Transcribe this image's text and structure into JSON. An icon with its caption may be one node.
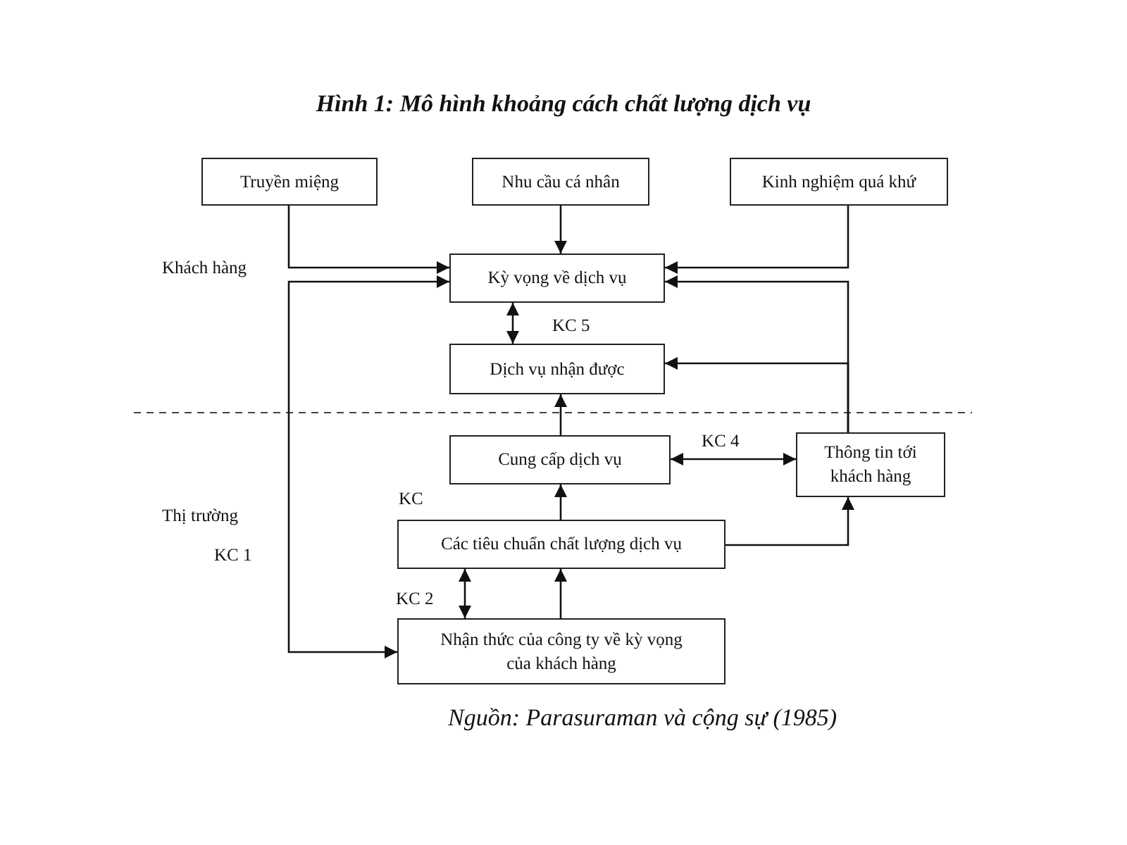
{
  "diagram": {
    "title": "Hình 1: Mô hình khoảng cách chất lượng dịch vụ",
    "caption": "Nguồn: Parasuraman và cộng sự (1985)",
    "nodes": [
      {
        "text": [
          "Truyền miệng"
        ]
      },
      {
        "text": [
          "Nhu cầu cá nhân"
        ]
      },
      {
        "text": [
          "Kinh nghiệm quá khứ"
        ]
      },
      {
        "text": [
          "Kỳ vọng về dịch vụ"
        ]
      },
      {
        "text": [
          "Dịch vụ nhận được"
        ]
      },
      {
        "text": [
          "Cung cấp dịch vụ"
        ]
      },
      {
        "text": [
          "Thông tin tới khách hàng"
        ]
      },
      {
        "text": [
          "Các tiêu chuẩn chất lượng dịch vụ"
        ]
      },
      {
        "text": [
          "Nhận thức của công ty về kỳ vọng của khách hàng"
        ]
      }
    ],
    "edges": [
      {
        "from": 0,
        "to": 3,
        "arrow": "to"
      },
      {
        "from": 1,
        "to": 3,
        "arrow": "to"
      },
      {
        "from": 2,
        "to": 3,
        "arrow": "to"
      },
      {
        "from": 3,
        "to": 8,
        "arrow": "both",
        "label": "KC 1"
      },
      {
        "from": 3,
        "to": 4,
        "arrow": "both",
        "label": "KC 5"
      },
      {
        "from": 6,
        "to": 3,
        "arrow": "to"
      },
      {
        "from": 6,
        "to": 4,
        "arrow": "to"
      },
      {
        "from": 5,
        "to": 4,
        "arrow": "to"
      },
      {
        "from": 5,
        "to": 6,
        "arrow": "both",
        "label": "KC 4"
      },
      {
        "from": 7,
        "to": 5,
        "arrow": "to"
      },
      {
        "from": 7,
        "to": 6,
        "arrow": "to"
      },
      {
        "from": 8,
        "to": 7,
        "arrow": "to"
      },
      {
        "from": 8,
        "to": 7,
        "arrow": "both",
        "label": "KC 2"
      }
    ],
    "labels": [
      "Khách hàng",
      "Thị trường",
      "KC"
    ]
  }
}
